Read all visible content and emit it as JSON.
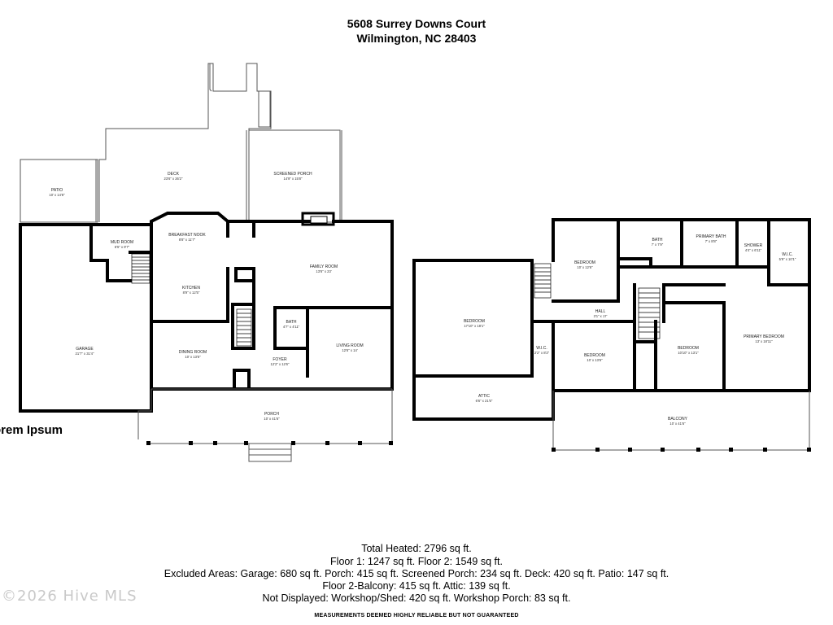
{
  "header": {
    "address_line1": "5608 Surrey Downs Court",
    "address_line2": "Wilmington, NC 28403"
  },
  "floor1": {
    "rooms": [
      {
        "name": "PATIO",
        "dim": "10' x 14'8\""
      },
      {
        "name": "DECK",
        "dim": "23'6\" x 26'2\""
      },
      {
        "name": "SCREENED PORCH",
        "dim": "14'9\" x 15'8\""
      },
      {
        "name": "MUD ROOM",
        "dim": "6'5\" x 9'7\""
      },
      {
        "name": "BREAKFAST NOOK",
        "dim": "8'8\" x 11'7\""
      },
      {
        "name": "FAMILY ROOM",
        "dim": "13'6\" x 23'"
      },
      {
        "name": "KITCHEN",
        "dim": "8'9\" x 12'5\""
      },
      {
        "name": "GARAGE",
        "dim": "21'7\" x 31'4\""
      },
      {
        "name": "BATH",
        "dim": "4'7\" x 4'11\""
      },
      {
        "name": "DINING ROOM",
        "dim": "10' x 13'5\""
      },
      {
        "name": "LIVING ROOM",
        "dim": "12'6\" x 14'"
      },
      {
        "name": "FOYER",
        "dim": "12'2\" x 12'6\""
      },
      {
        "name": "PORCH",
        "dim": "10' x 41'6\""
      }
    ]
  },
  "floor2": {
    "rooms": [
      {
        "name": "BEDROOM",
        "dim": "10' x 12'6\""
      },
      {
        "name": "BATH",
        "dim": "7' x 7'9\""
      },
      {
        "name": "PRIMARY BATH",
        "dim": "7' x 8'8\""
      },
      {
        "name": "SHOWER",
        "dim": "4'4\" x 6'11\""
      },
      {
        "name": "W.I.C.",
        "dim": "5'9\" x 10'1\""
      },
      {
        "name": "BEDROOM",
        "dim": "17'10\" x 18'1\""
      },
      {
        "name": "HALL",
        "dim": "3'1\" x 17'"
      },
      {
        "name": "W.I.C.",
        "dim": "2'2\" x 8'2\""
      },
      {
        "name": "BEDROOM",
        "dim": "10' x 13'6\""
      },
      {
        "name": "BEDROOM",
        "dim": "10'10\" x 13'1\""
      },
      {
        "name": "PRIMARY BEDROOM",
        "dim": "13' x 18'11\""
      },
      {
        "name": "ATTIC",
        "dim": "6'6\" x 21'5\""
      },
      {
        "name": "BALCONY",
        "dim": "10' x 41'6\""
      }
    ]
  },
  "lorem_text": "orem Ipsum",
  "summary": {
    "total_heated": "Total Heated: 2796 sq ft.",
    "floors": "Floor 1: 1247 sq ft. Floor 2: 1549 sq ft.",
    "excluded": "Excluded Areas: Garage: 680 sq ft. Porch: 415 sq ft. Screened Porch: 234 sq ft. Deck: 420 sq ft. Patio: 147 sq ft.",
    "balcony_attic": "Floor 2-Balcony: 415 sq ft. Attic: 139 sq ft.",
    "not_displayed": "Not Displayed: Workshop/Shed: 420 sq ft. Workshop Porch: 83 sq ft.",
    "disclaimer": "MEASUREMENTS DEEMED HIGHLY RELIABLE BUT NOT GUARANTEED"
  },
  "watermark": "©2026 Hive MLS"
}
